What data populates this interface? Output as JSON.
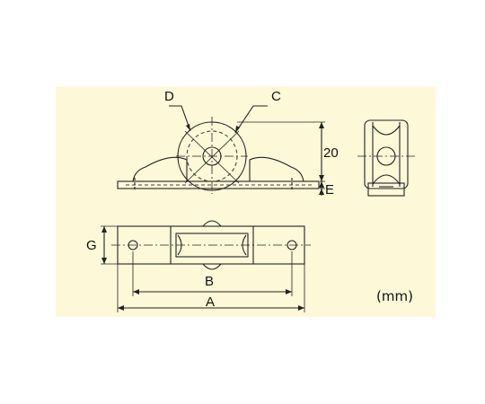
{
  "labels": {
    "D": "D",
    "C": "C",
    "height": "20",
    "E": "E",
    "G": "G",
    "B": "B",
    "A": "A"
  },
  "unit_note": "(mm)",
  "colors": {
    "panel": "#fdf8d8",
    "line": "#222222",
    "hidden": "#444444"
  }
}
